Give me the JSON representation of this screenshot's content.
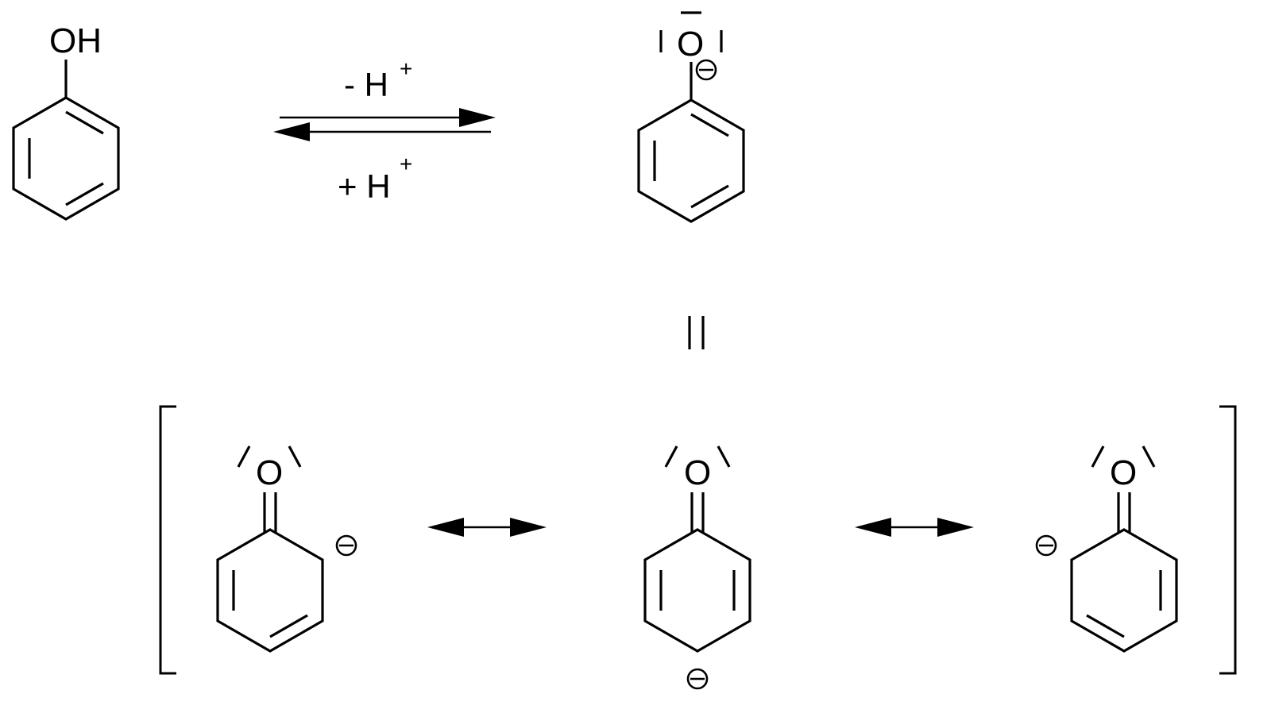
{
  "phenol": {
    "oh_label": "OH"
  },
  "equilibrium": {
    "top_label": "- H",
    "top_sup": "+",
    "bottom_label": "+ H",
    "bottom_sup": "+"
  },
  "phenolate": {
    "oxygen_label": "O",
    "charge": "negative"
  },
  "equals": {
    "symbol": "||"
  },
  "resonance": {
    "structure_ortho_right": {
      "oxygen_label": "O",
      "charge": "negative"
    },
    "structure_para": {
      "oxygen_label": "O",
      "charge": "negative"
    },
    "structure_ortho_left": {
      "oxygen_label": "O",
      "charge": "negative"
    }
  },
  "colors": {
    "ink": "#000000",
    "background": "#ffffff"
  }
}
